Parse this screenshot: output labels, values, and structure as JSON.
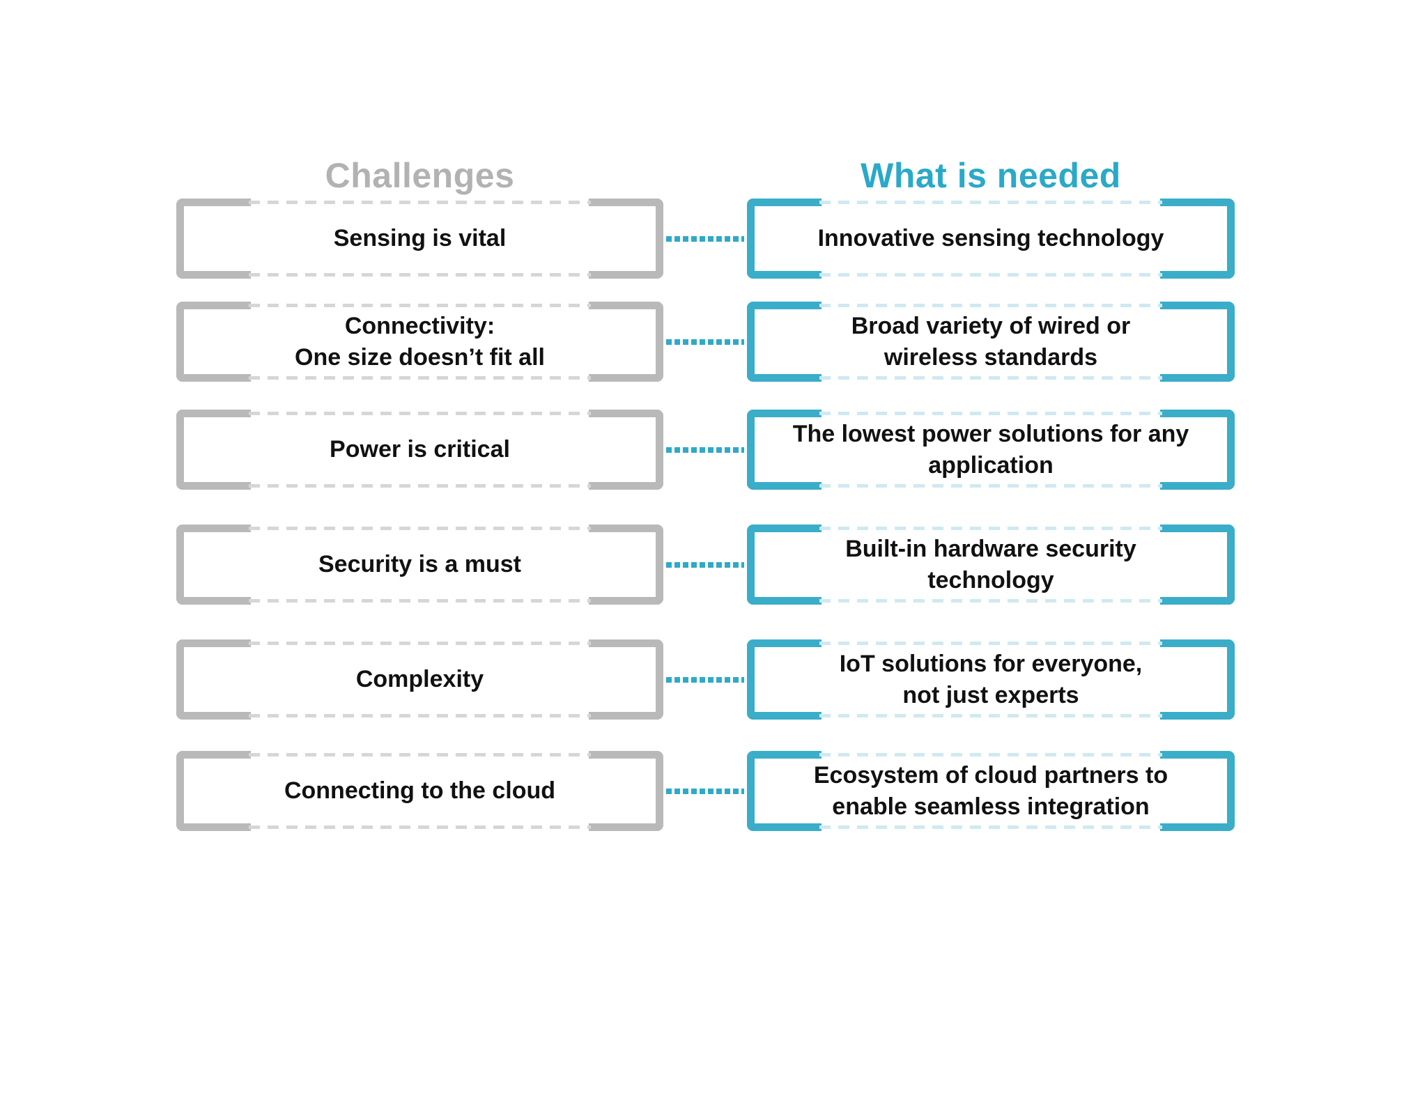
{
  "headings": {
    "challenges": "Challenges",
    "needed": "What is needed"
  },
  "rows": [
    {
      "challenge": "Sensing is vital",
      "need": "Innovative sensing technology"
    },
    {
      "challenge": "Connectivity:\nOne size doesn’t fit all",
      "need": "Broad variety of wired or\nwireless standards"
    },
    {
      "challenge": "Power is critical",
      "need": "The lowest power solutions for any\napplication"
    },
    {
      "challenge": "Security is a must",
      "need": "Built-in hardware security\ntechnology"
    },
    {
      "challenge": "Complexity",
      "need": "IoT solutions for everyone,\nnot just experts"
    },
    {
      "challenge": "Connecting to the cloud",
      "need": "Ecosystem of cloud partners to\nenable seamless integration"
    }
  ],
  "colors": {
    "background": "#ffffff",
    "grayHeading": "#b2b2b2",
    "grayBracket": "#b9b9b9",
    "grayDash": "#d6d6d6",
    "tealHeading": "#2aa9c8",
    "tealBracket": "#3aadc9",
    "tealDash": "#cfe9f1",
    "dots": "#2fa9c9",
    "text": "#111111"
  }
}
